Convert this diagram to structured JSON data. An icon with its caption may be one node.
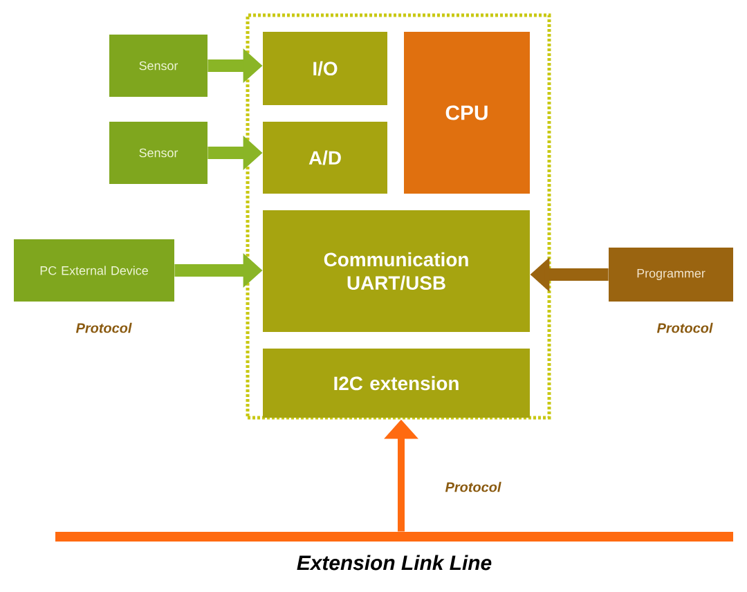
{
  "diagram": {
    "nodes": [
      {
        "text": [],
        "shape": "box"
      },
      {
        "text": [
          "Sensor"
        ]
      },
      {
        "text": [
          "Sensor"
        ]
      },
      {
        "text": [
          "PC External Device"
        ]
      },
      {
        "text": [
          "I/O"
        ],
        "in": 0
      },
      {
        "text": [
          "CPU"
        ],
        "in": 0
      },
      {
        "text": [
          "A/D"
        ],
        "in": 0
      },
      {
        "text": [
          "Communication UART/USB"
        ],
        "in": 0
      },
      {
        "text": [
          "I2C extension"
        ],
        "in": 0
      },
      {
        "text": [
          "Programmer"
        ]
      },
      {
        "text": [
          "Extension Link Line"
        ]
      }
    ],
    "edges": [
      {
        "from": 1,
        "to": 4,
        "arrow": "to"
      },
      {
        "from": 2,
        "to": 6,
        "arrow": "to"
      },
      {
        "from": 3,
        "to": 7,
        "arrow": "to",
        "label": "Protocol"
      },
      {
        "from": 9,
        "to": 7,
        "arrow": "to",
        "label": "Protocol",
        "color": "#9a6410"
      },
      {
        "from": 10,
        "to": 0,
        "arrow": "to",
        "label": "Protocol",
        "color": "#ff6a10"
      }
    ]
  }
}
